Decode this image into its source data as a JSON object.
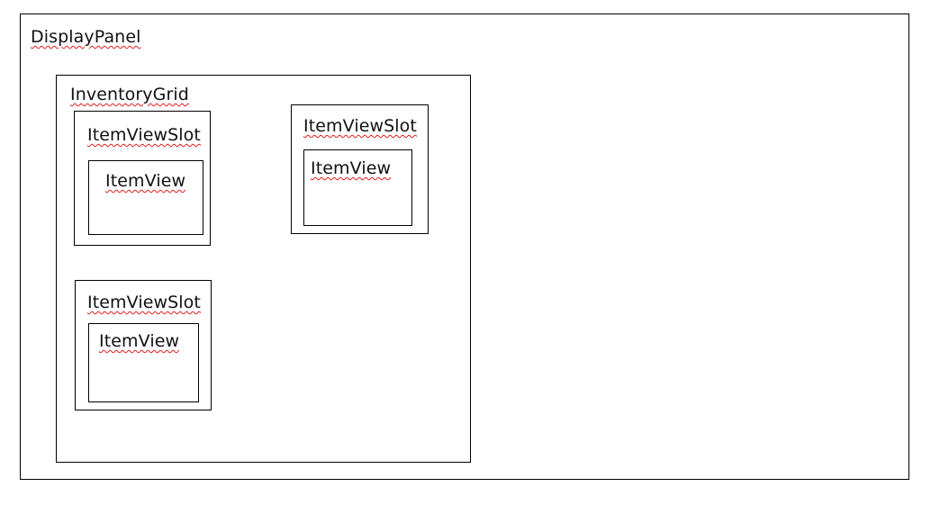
{
  "diagram": {
    "type": "nested-ui-hierarchy",
    "background_color": "#ffffff",
    "border_color": "#000000",
    "text_color": "#111111",
    "spellcheck_underline_color": "#e01b1b",
    "root": {
      "label": "DisplayPanel",
      "children": [
        {
          "label": "InventoryGrid",
          "children": [
            {
              "label": "ItemViewSlot",
              "child": {
                "label": "ItemView"
              }
            },
            {
              "label": "ItemViewSlot",
              "child": {
                "label": "ItemView"
              }
            },
            {
              "label": "ItemViewSlot",
              "child": {
                "label": "ItemView"
              }
            }
          ]
        }
      ]
    }
  },
  "display_panel": {
    "label": "DisplayPanel"
  },
  "inventory_grid": {
    "label": "InventoryGrid"
  },
  "slots": [
    {
      "label": "ItemViewSlot",
      "view_label": "ItemView"
    },
    {
      "label": "ItemViewSlot",
      "view_label": "ItemView"
    },
    {
      "label": "ItemViewSlot",
      "view_label": "ItemView"
    }
  ]
}
